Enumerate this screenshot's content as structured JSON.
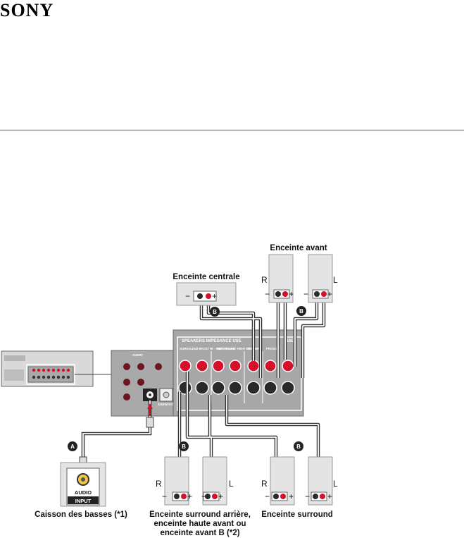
{
  "brand": {
    "logo": "SONY"
  },
  "labels": {
    "front_speakers": "Enceinte avant",
    "center_speaker": "Enceinte centrale",
    "subwoofer": "Caisson des basses (*1)",
    "surround_back_line1": "Enceinte surround arrière,",
    "surround_back_line2": "enceinte haute avant ou",
    "surround_back_line3": "enceinte avant B (*2)",
    "surround_speakers": "Enceinte surround"
  },
  "channel_marks": {
    "right": "R",
    "left": "L"
  },
  "badges": {
    "a": "A",
    "b": "B"
  },
  "terminal_signs": {
    "minus": "−",
    "plus": "+"
  },
  "panel": {
    "audio_title": "AUDIO",
    "speakers_title": "SPEAKERS   IMPEDANCE USE",
    "impedance": "-16Ω",
    "group_surround_back": "SURROUND BACK/ HI - AMP / FRONT HIGH / FRONT B",
    "group_surround": "SURROUND",
    "group_center": "CENTER",
    "group_front": "FRONT",
    "subwoofer_out": "SUBWOOFER OUT"
  },
  "subwoofer_input": {
    "line1": "AUDIO",
    "line2": "INPUT"
  },
  "colors": {
    "red_terminal": "#d5102a",
    "black_terminal": "#2a2a2a",
    "panel": "#a7a7a7",
    "speaker": "#e4e4e4"
  }
}
